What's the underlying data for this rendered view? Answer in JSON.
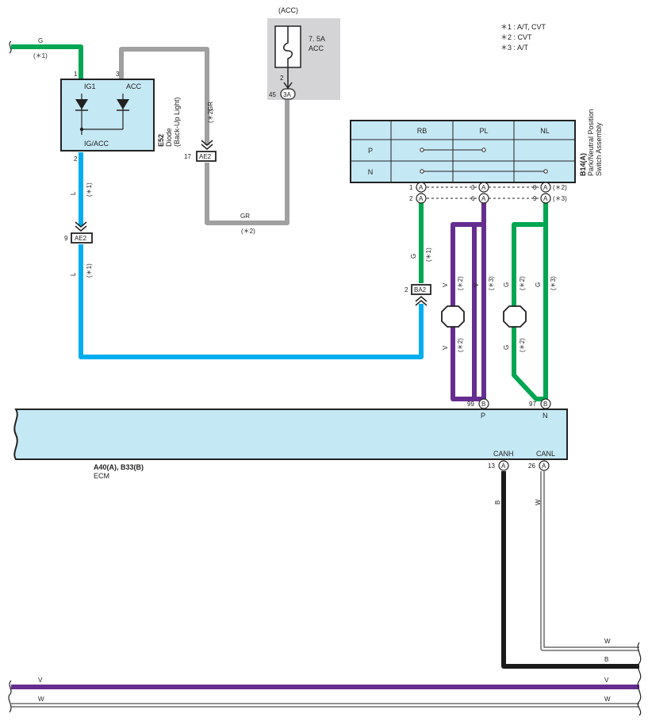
{
  "notes": {
    "n1": "＊1 : A/T, CVT",
    "n2": "＊2 : CVT",
    "n3": "＊3 : A/T"
  },
  "fuse": {
    "header": "(ACC)",
    "rating": "7. 5A",
    "name": "ACC",
    "pin": "2"
  },
  "junction_3a": {
    "pin": "45",
    "name": "3A"
  },
  "diode": {
    "code": "E52",
    "line1": "Diode",
    "line2": "(Back-Up Light)",
    "pin_ig1_num": "1",
    "pin_ig1": "IG1",
    "pin_acc_num": "3",
    "pin_acc": "ACC",
    "pin_out_num": "2",
    "pin_out": "IG/ACC"
  },
  "connectors": {
    "ae2_top": {
      "pin": "17",
      "name": "AE2"
    },
    "ae2_left": {
      "pin": "9",
      "name": "AE2"
    },
    "ba2": {
      "pin": "2",
      "name": "BA2"
    }
  },
  "wires": {
    "g_top": "G",
    "g_top_note": "(＊1)",
    "gr_vert": "GR",
    "gr_vert_note": "(＊2)",
    "gr_horiz": "GR",
    "gr_horiz_note": "(＊2)",
    "l_upper": "L",
    "l_upper_note": "(＊1)",
    "l_lower": "L",
    "l_lower_note": "(＊1)",
    "g_ba2": "G",
    "g_ba2_note": "(＊1)",
    "v_left": "V",
    "v_left_note": "(＊2)",
    "v_right": "V",
    "v_right_note": "(＊3)",
    "v_low": "V",
    "v_low_note": "(＊2)",
    "g_left": "G",
    "g_left_note": "(＊2)",
    "g_right": "G",
    "g_right_note": "(＊3)",
    "g_low": "G",
    "g_low_note": "(＊2)",
    "b_vert": "B",
    "w_vert": "W",
    "w_bus1": "W",
    "b_bus": "B",
    "v_bus_left": "V",
    "v_bus_right": "V",
    "w_bus2_left": "W",
    "w_bus2_right": "W"
  },
  "switch": {
    "code": "B14(A)",
    "line1": "Park/Neutral Position",
    "line2": "Switch Assembly",
    "columns": [
      "RB",
      "PL",
      "NL"
    ],
    "rows": [
      "P",
      "N"
    ],
    "pins": {
      "p1": "1",
      "p1c": "A",
      "p2": "2",
      "p2c": "A",
      "p3": "3",
      "p3c": "A",
      "p6": "6",
      "p6c": "A",
      "p8": "8",
      "p8c": "A",
      "p8note": "(＊2)",
      "p9": "9",
      "p9c": "A",
      "p9note": "(＊3)"
    }
  },
  "ecm": {
    "code": "A40(A), B33(B)",
    "name": "ECM",
    "pin_p_num": "99",
    "pin_p_conn": "B",
    "pin_p": "P",
    "pin_n_num": "97",
    "pin_n_conn": "B",
    "pin_n": "N",
    "canh_label": "CANH",
    "canh_num": "13",
    "canh_conn": "A",
    "canl_label": "CANL",
    "canl_num": "26",
    "canl_conn": "A"
  },
  "colors": {
    "green": "#00a651",
    "gray": "#a0a0a0",
    "blue": "#00aeef",
    "purple": "#662d91",
    "black": "#1a1a1a",
    "box_fill": "#c5e8f5",
    "fuse_bg": "#d4d4d6"
  }
}
